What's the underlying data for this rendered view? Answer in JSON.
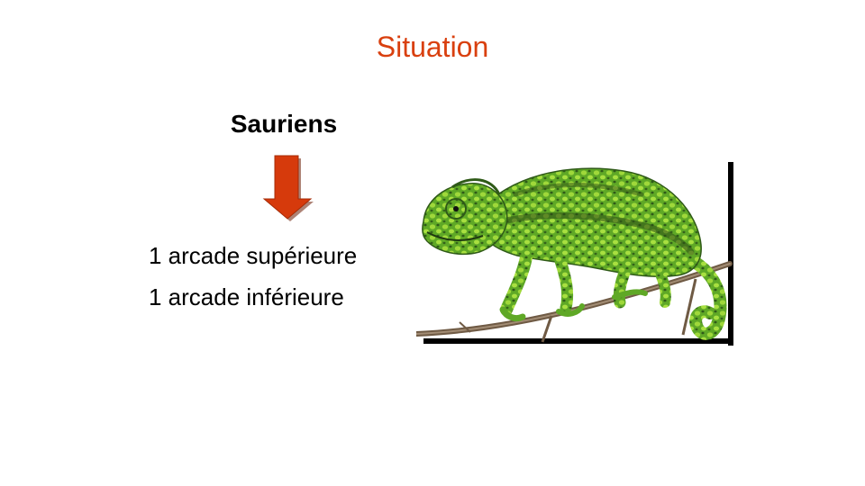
{
  "slide": {
    "title": "Situation",
    "subtitle": "Sauriens",
    "lines": [
      "1 arcade supérieure",
      "1 arcade inférieure"
    ]
  },
  "colors": {
    "title": "#d9400f",
    "arrow": "#d63a0c",
    "text": "#000000",
    "chameleon": "#7bbf2c"
  },
  "icons": {
    "arrow": "arrow-down-icon",
    "image": "chameleon-on-branch"
  }
}
